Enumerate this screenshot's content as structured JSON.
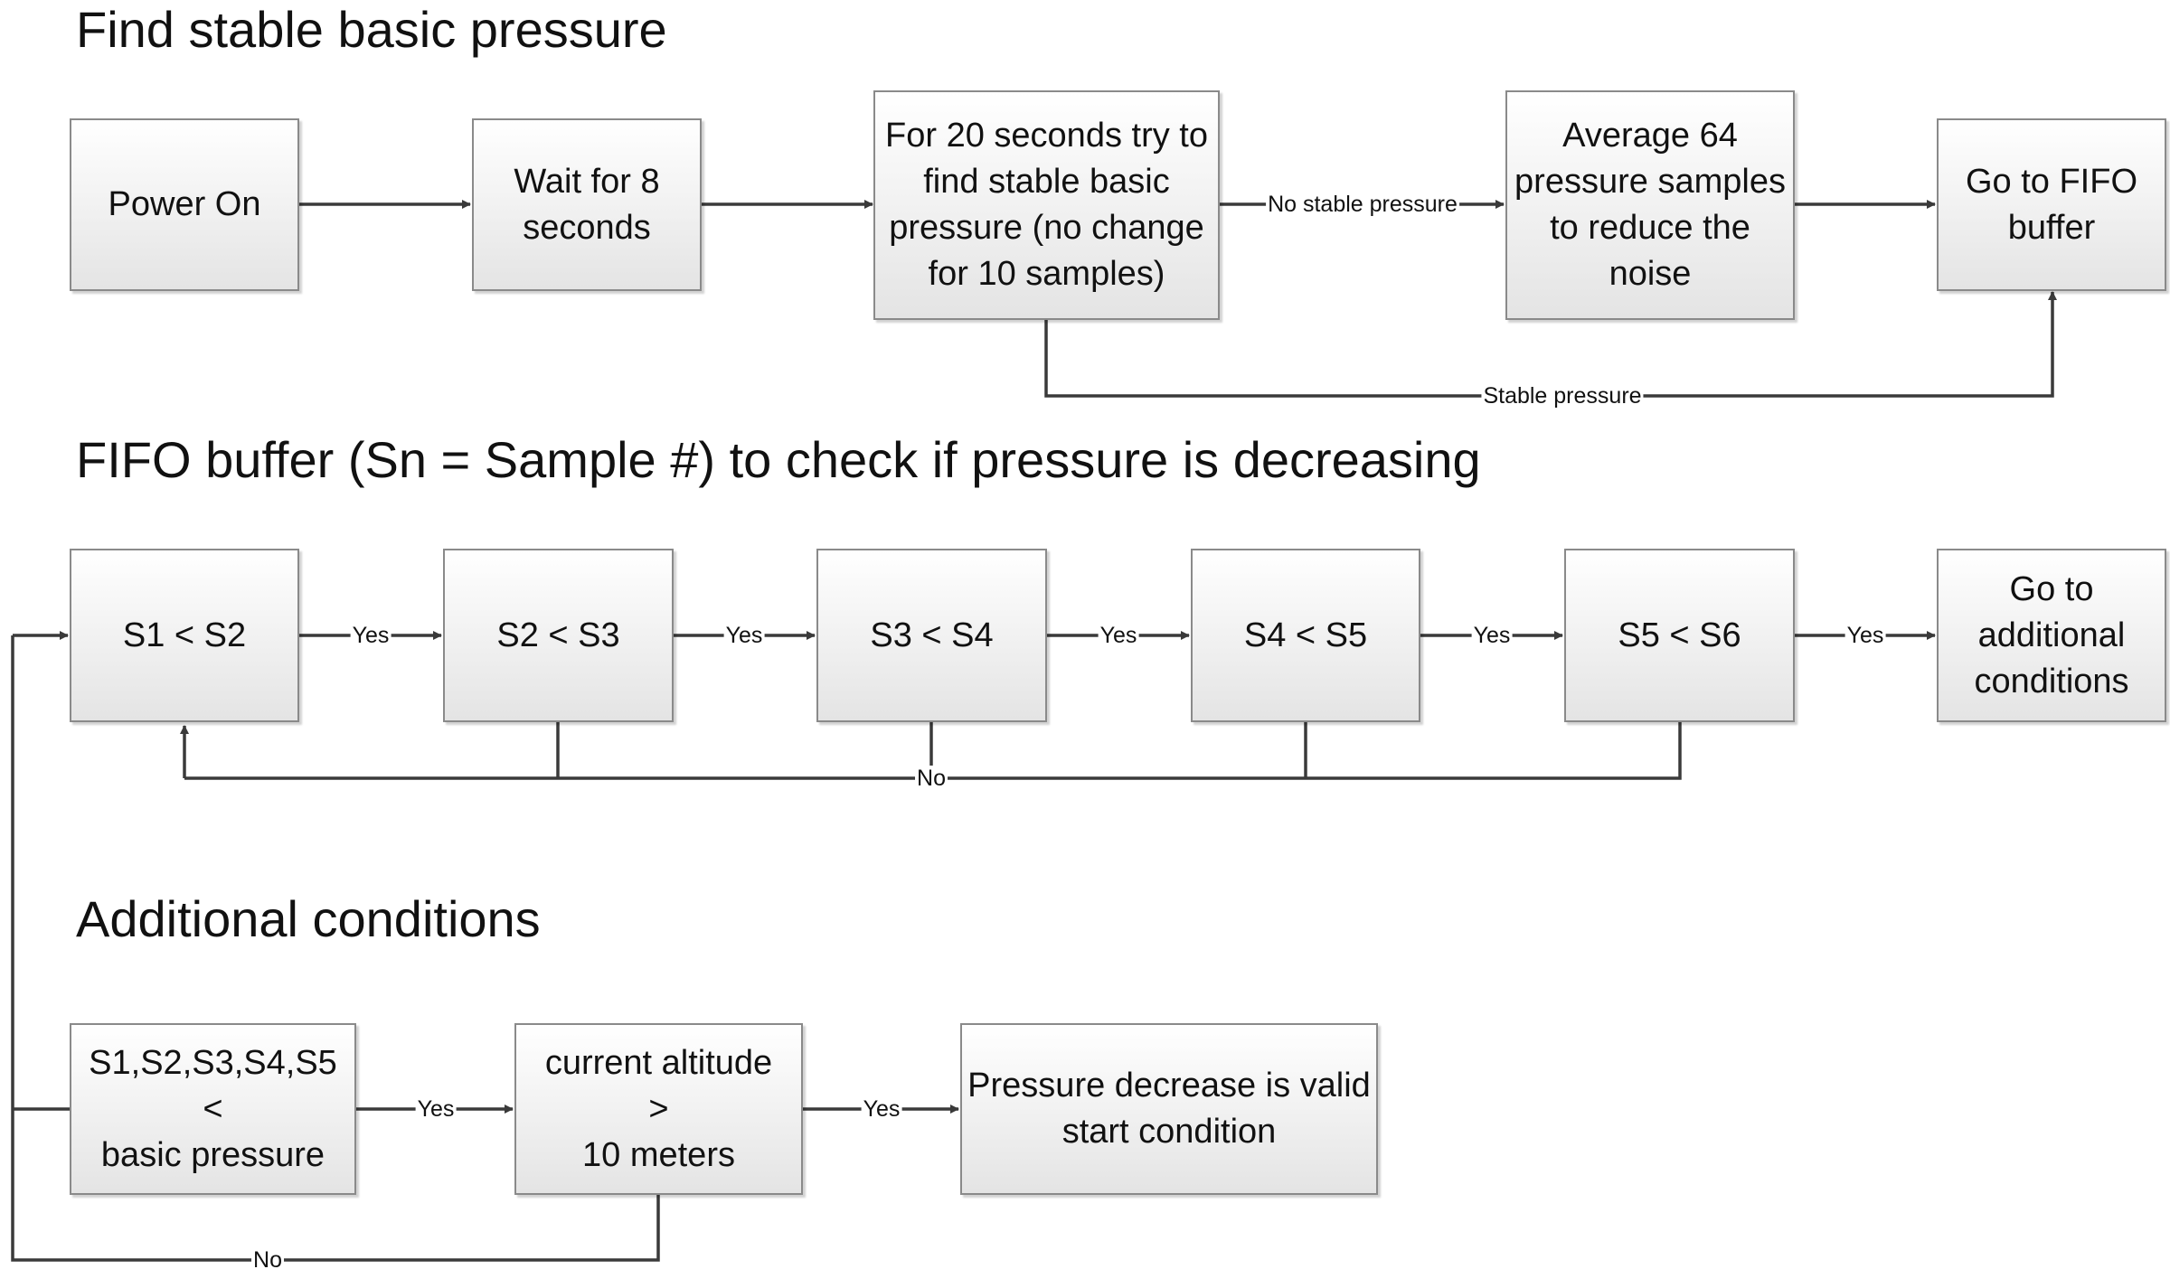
{
  "headings": {
    "find_stable": "Find stable basic pressure",
    "fifo": "FIFO buffer (Sn = Sample #) to check if pressure is decreasing",
    "additional": "Additional conditions"
  },
  "boxes": {
    "power_on": "Power On",
    "wait": "Wait for 8\nseconds",
    "try_stable": "For 20 seconds try to\nfind stable basic\npressure (no change\nfor 10 samples)",
    "average": "Average 64\npressure samples\nto reduce the\nnoise",
    "goto_fifo": "Go to FIFO\nbuffer",
    "s1_s2": "S1 < S2",
    "s2_s3": "S2 < S3",
    "s3_s4": "S3 < S4",
    "s4_s5": "S4 < S5",
    "s5_s6": "S5 < S6",
    "goto_additional": "Go to\nadditional\nconditions",
    "samples_lt_basic": "S1,S2,S3,S4,S5\n<\nbasic pressure",
    "altitude": "current altitude\n>\n10 meters",
    "valid_start": "Pressure decrease is valid\nstart condition"
  },
  "edge_labels": {
    "no_stable": "No stable pressure",
    "stable": "Stable pressure",
    "yes_1": "Yes",
    "yes_2": "Yes",
    "yes_3": "Yes",
    "yes_4": "Yes",
    "yes_5": "Yes",
    "no_fifo": "No",
    "yes_6": "Yes",
    "yes_7": "Yes",
    "no_additional": "No"
  },
  "colors": {
    "line": "#3a3a3a",
    "box_border": "#8a8a8a",
    "box_fill_top": "#ffffff",
    "box_fill_bottom": "#e4e4e4"
  }
}
